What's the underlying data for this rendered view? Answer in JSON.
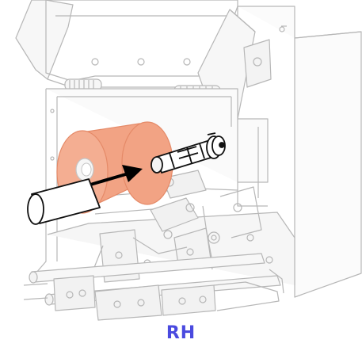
{
  "caption": "RH",
  "colors": {
    "line_gray": "#b7b7b7",
    "fill_gray": "#f4f4f4",
    "ribbon_roll": "#f2a384",
    "ribbon_roll_edge": "#e58a68",
    "spindle": "#101010",
    "arrow": "#000000",
    "caption_text": "#4a4adf",
    "background": "#ffffff"
  },
  "components": [
    "printer-mechanism",
    "ribbon-roll",
    "ribbon-core",
    "ribbon-supply-spindle",
    "insertion-arrow"
  ]
}
